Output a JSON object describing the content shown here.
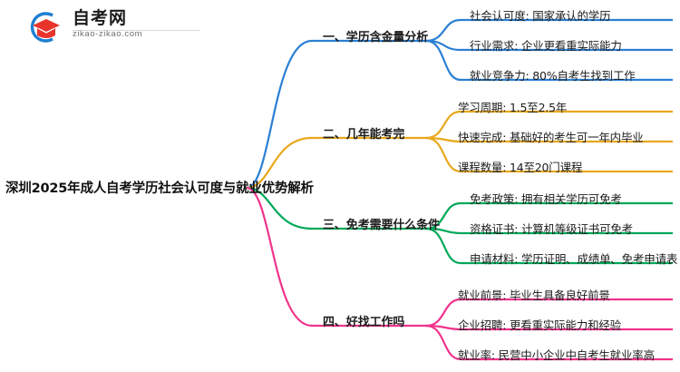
{
  "logo": {
    "name_cn": "自考网",
    "name_en": "zikao-zikao.com",
    "mark_icon": "graduation-cap-icon"
  },
  "mindmap": {
    "root": "深圳2025年成人自考学历社会认可度与就业优势解析",
    "colors": {
      "branch1": "#2B7FD4",
      "branch2": "#E9A81C",
      "branch3": "#00A859",
      "branch4": "#F1338C"
    },
    "branches": [
      {
        "label": "一、学历含金量分析",
        "color": "#2B7FD4",
        "leaves": [
          "社会认可度: 国家承认的学历",
          "行业需求: 企业更看重实际能力",
          "就业竞争力: 80%自考生找到工作"
        ]
      },
      {
        "label": "二、几年能考完",
        "color": "#E9A81C",
        "leaves": [
          "学习周期: 1.5至2.5年",
          "快速完成: 基础好的考生可一年内毕业",
          "课程数量: 14至20门课程"
        ]
      },
      {
        "label": "三、免考需要什么条件",
        "color": "#00A859",
        "leaves": [
          "免考政策: 拥有相关学历可免考",
          "资格证书: 计算机等级证书可免考",
          "申请材料: 学历证明、成绩单、免考申请表"
        ]
      },
      {
        "label": "四、好找工作吗",
        "color": "#F1338C",
        "leaves": [
          "就业前景: 毕业生具备良好前景",
          "企业招聘: 更看重实际能力和经验",
          "就业率: 民营中小企业中自考生就业率高"
        ]
      }
    ]
  }
}
